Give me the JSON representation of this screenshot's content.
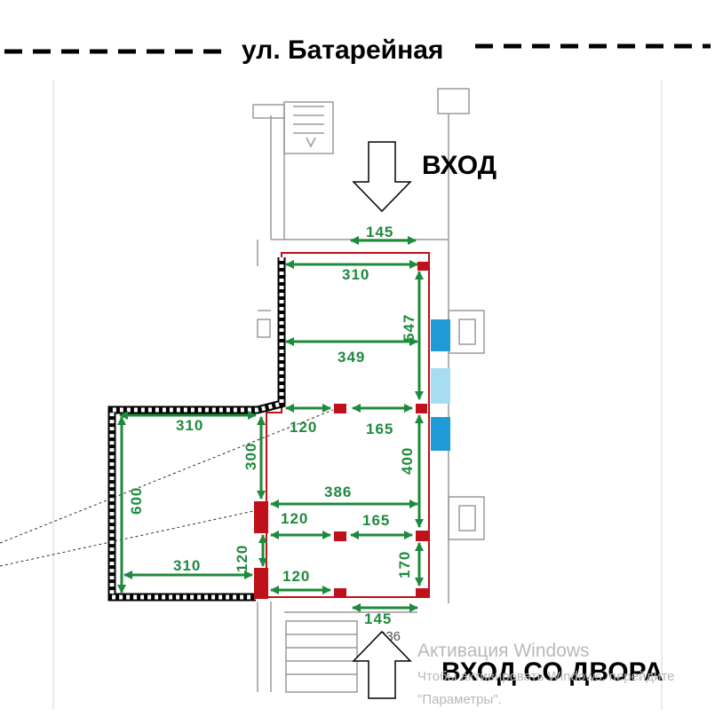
{
  "street": {
    "name": "ул. Батарейная"
  },
  "entrances": {
    "main": "ВХОД",
    "yard": "ВХОД СО ДВОРА"
  },
  "dimensions": {
    "top_door": "145",
    "north_width": "310",
    "east_height_top": "547",
    "mid_width": "349",
    "inner_120_a": "120",
    "inner_165_a": "165",
    "west_width_top": "310",
    "inner_300": "300",
    "east_height_mid": "400",
    "west_600": "600",
    "center_386": "386",
    "inner_120_b": "120",
    "inner_165_b": "165",
    "side_120": "120",
    "west_width_bottom": "310",
    "bottom_120": "120",
    "east_170": "170",
    "bottom_door": "145",
    "bottom_faint": "236"
  },
  "watermark": {
    "line1": "Активация Windows",
    "line2": "Чтобы активировать Windows, перейдите",
    "line3": "\"Параметры\"."
  },
  "colors": {
    "dimension": "#1e8a3c",
    "column": "#c0101a",
    "window": "#1e9bd7",
    "wall": "#c0101a"
  }
}
